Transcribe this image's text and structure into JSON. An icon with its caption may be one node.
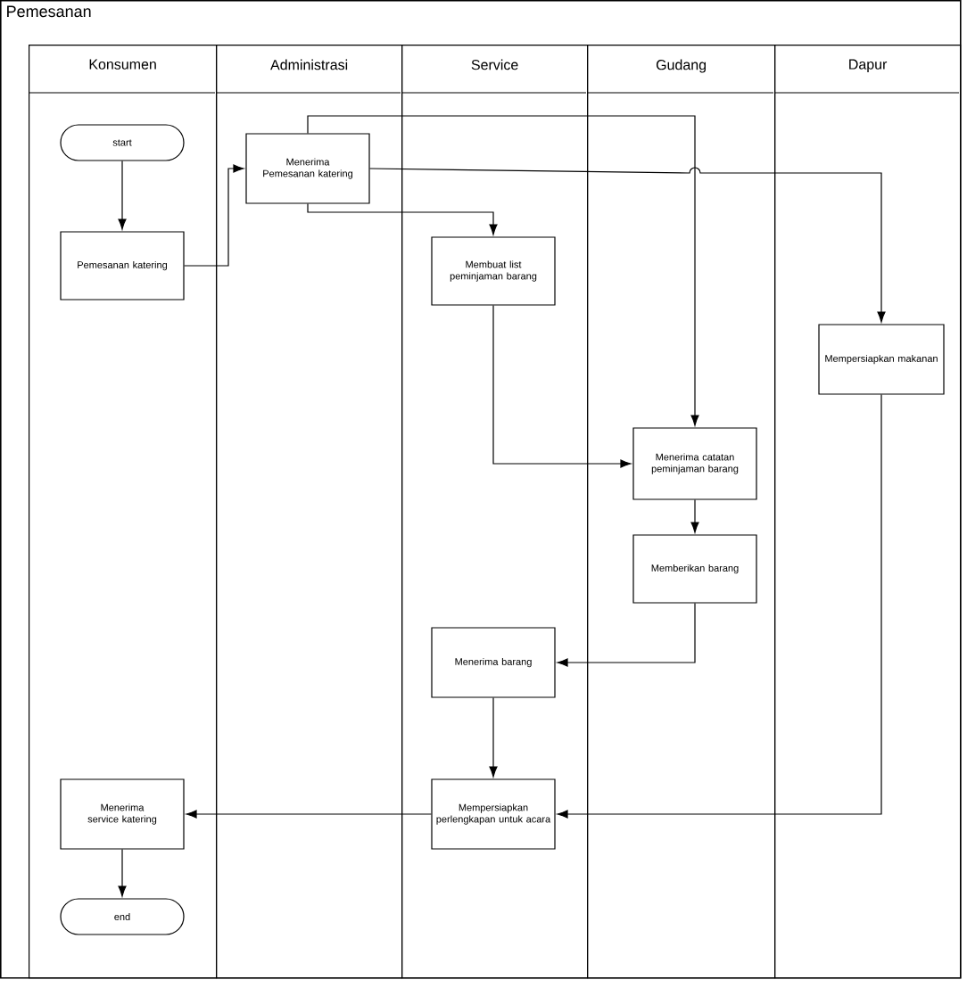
{
  "diagram": {
    "nodes": [
      {
        "text": [
          "Pemesanan"
        ]
      },
      {
        "text": [
          "Konsumen"
        ],
        "in": 0
      },
      {
        "text": [
          "Administrasi"
        ],
        "in": 0
      },
      {
        "text": [
          "Service"
        ],
        "in": 0
      },
      {
        "text": [
          "Gudang"
        ],
        "in": 0
      },
      {
        "text": [
          "Dapur"
        ],
        "in": 0
      },
      {
        "text": [
          "start"
        ],
        "in": 1
      },
      {
        "text": [
          "Pemesanan katering"
        ],
        "in": 1
      },
      {
        "text": [
          "Menerima Pemesanan katering"
        ],
        "in": 2
      },
      {
        "text": [
          "Membuat list peminjaman barang"
        ],
        "in": 3
      },
      {
        "text": [
          "Mempersiapkan makanan"
        ],
        "in": 5
      },
      {
        "text": [
          "Menerima catatan peminjaman barang"
        ],
        "in": 4
      },
      {
        "text": [
          "Memberikan barang"
        ],
        "in": 4
      },
      {
        "text": [
          "Menerima barang"
        ],
        "in": 3
      },
      {
        "text": [
          "Mempersiapkan perlengkapan untuk acara"
        ],
        "in": 3
      },
      {
        "text": [
          "Menerima service katering"
        ],
        "in": 1
      },
      {
        "text": [
          "end"
        ],
        "in": 1
      }
    ],
    "edges": [
      {
        "from": 6,
        "to": 7,
        "arrow": "to"
      },
      {
        "from": 7,
        "to": 8,
        "arrow": "to"
      },
      {
        "from": 8,
        "to": 9,
        "arrow": "to"
      },
      {
        "from": 8,
        "to": 11,
        "arrow": "to"
      },
      {
        "from": 8,
        "to": 10,
        "arrow": "to"
      },
      {
        "from": 9,
        "to": 11,
        "arrow": "to"
      },
      {
        "from": 11,
        "to": 12,
        "arrow": "to"
      },
      {
        "from": 12,
        "to": 13,
        "arrow": "to"
      },
      {
        "from": 13,
        "to": 14,
        "arrow": "to"
      },
      {
        "from": 10,
        "to": 14,
        "arrow": "to"
      },
      {
        "from": 14,
        "to": 15,
        "arrow": "to"
      },
      {
        "from": 15,
        "to": 16,
        "arrow": "to"
      }
    ]
  }
}
